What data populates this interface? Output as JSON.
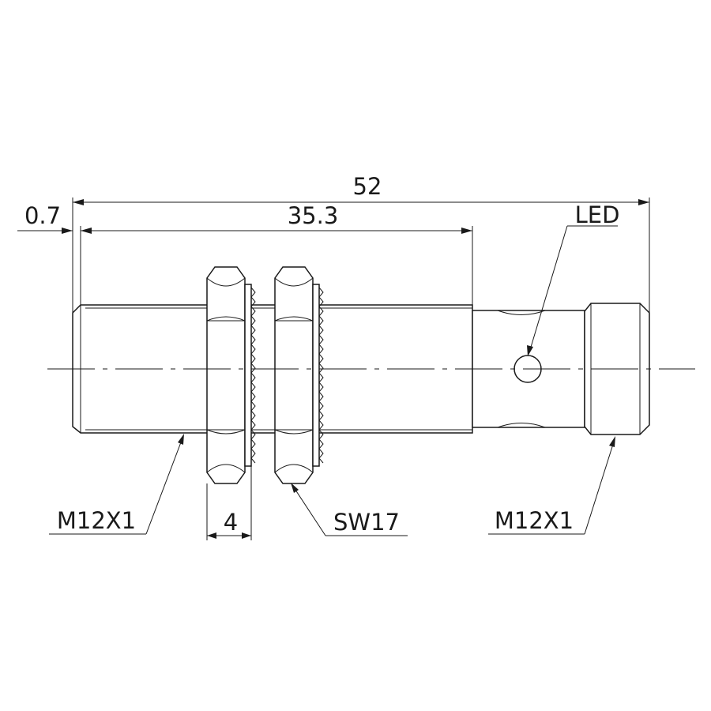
{
  "dimensions": {
    "overall_length": "52",
    "thread_length": "35.3",
    "front_offset": "0.7",
    "nut_thickness": "4"
  },
  "callouts": {
    "led": "LED",
    "front_thread": "M12X1",
    "nut_size": "SW17",
    "connector_thread": "M12X1"
  }
}
